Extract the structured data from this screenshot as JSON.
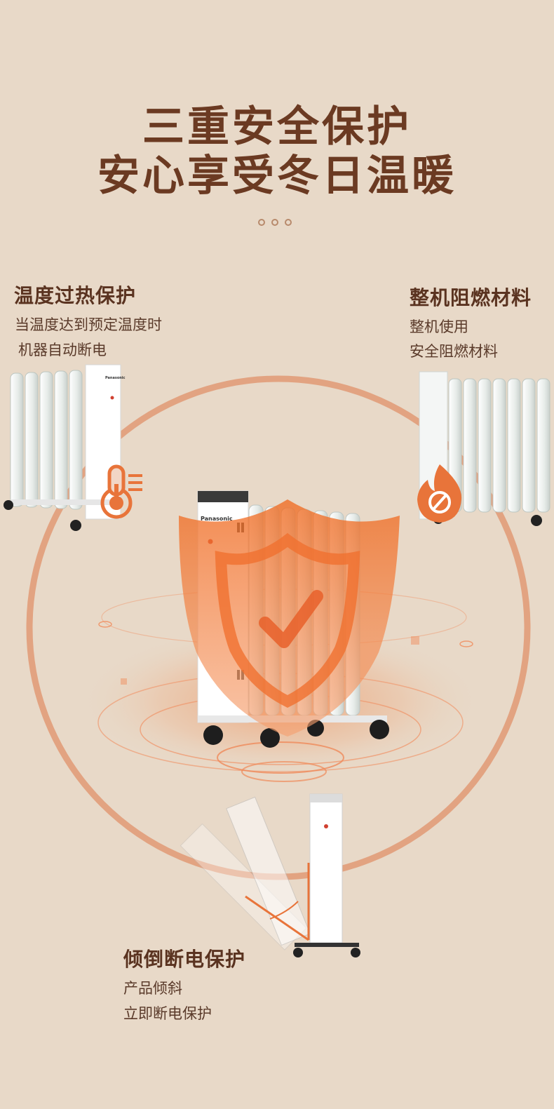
{
  "headline": {
    "line1": "三重安全保护",
    "line2": "安心享受冬日温暖"
  },
  "features": {
    "overheat": {
      "title": "温度过热保护",
      "line1": "当温度达到预定温度时",
      "line2": "机器自动断电"
    },
    "flame": {
      "title": "整机阻燃材料",
      "line1": "整机使用",
      "line2": "安全阻燃材料"
    },
    "tilt": {
      "title": "倾倒断电保护",
      "line1": "产品倾斜",
      "line2": "立即断电保护"
    }
  },
  "brand_label": "Panasonic",
  "colors": {
    "background": "#e8d9c8",
    "title": "#6b3a22",
    "accent_orange": "#e8743a",
    "ring": "#e0906a"
  },
  "icons": [
    "thermometer-icon",
    "flame-prohibit-icon",
    "shield-check-icon"
  ]
}
